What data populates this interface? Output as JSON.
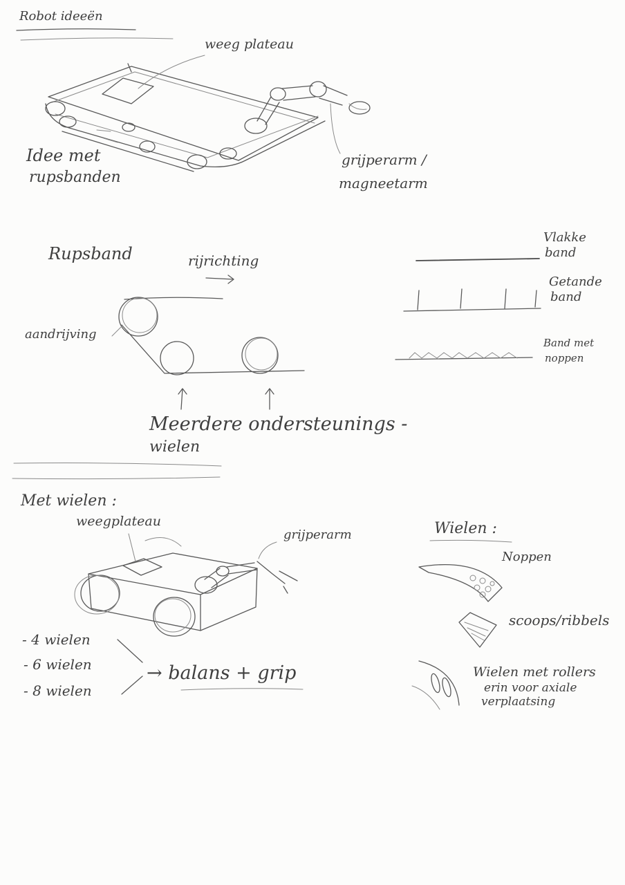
{
  "section1": {
    "title": "Robot ideeën",
    "label_plateau": "weeg plateau",
    "label_idee": [
      "Idee met",
      "rupsbanden"
    ],
    "label_arm": [
      "grijperarm /",
      "magneetarm"
    ]
  },
  "section2": {
    "title": "Rupsband",
    "label_direction": "rijrichting",
    "label_drive": "aandrijving",
    "label_support": [
      "Meerdere ondersteunings -",
      "wielen"
    ],
    "band_types": [
      [
        "Vlakke",
        "band"
      ],
      [
        "Getande",
        "band"
      ],
      [
        "Band met",
        "noppen"
      ]
    ]
  },
  "section3": {
    "title": "Met wielen :",
    "label_plateau": "weegplateau",
    "label_arm": "grijperarm",
    "wheel_counts": [
      "- 4 wielen",
      "- 6 wielen",
      "- 8 wielen"
    ],
    "result": "→ balans + grip"
  },
  "section4": {
    "title": "Wielen :",
    "types": {
      "noppen": "Noppen",
      "scoops": "scoops/ribbels",
      "rollers": [
        "Wielen met rollers",
        "erin voor axiale",
        "verplaatsing"
      ]
    }
  }
}
